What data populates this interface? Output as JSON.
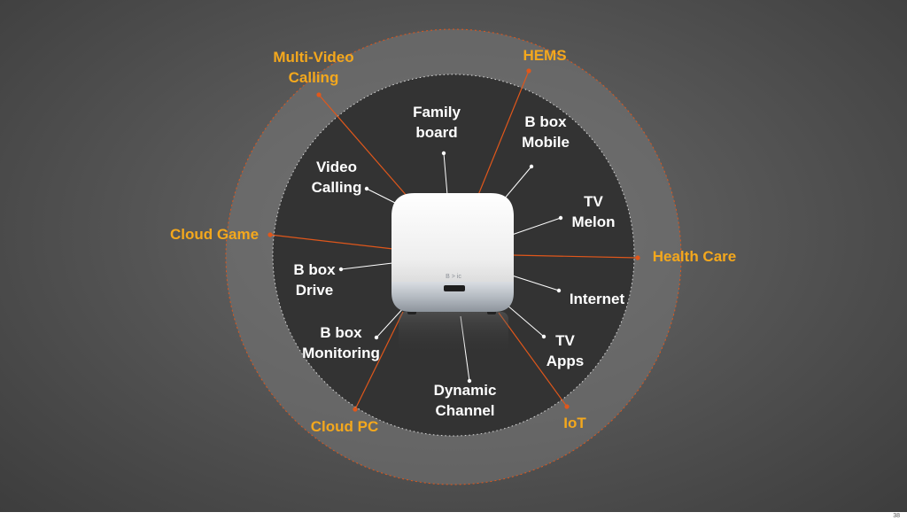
{
  "labels": {
    "inner": {
      "family_board": "Family\nboard",
      "bbox_mobile": "B box\nMobile",
      "video_calling": "Video\nCalling",
      "tv_melon": "TV\nMelon",
      "bbox_drive": "B box\nDrive",
      "internet": "Internet",
      "bbox_monitoring": "B box\nMonitoring",
      "tv_apps": "TV\nApps",
      "dynamic_channel": "Dynamic\nChannel"
    },
    "outer": {
      "multi_video_calling": "Multi-Video\nCalling",
      "hems": "HEMS",
      "cloud_game": "Cloud Game",
      "health_care": "Health Care",
      "cloud_pc": "Cloud PC",
      "iot": "IoT"
    }
  },
  "device": {
    "logo_text": "B > ic"
  },
  "page_number": "38",
  "colors": {
    "accent": "#f4a81d",
    "connector": "#e0571b",
    "inner_disc": "#333333",
    "outer_ring": "#7a7a7a"
  }
}
